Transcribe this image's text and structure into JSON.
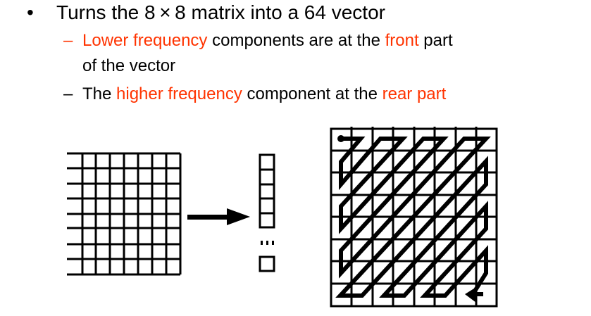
{
  "slide": {
    "bullet": {
      "marker": "•",
      "text_before": "Turns the 8",
      "times": "×",
      "text_after": "8 matrix into a 64 vector"
    },
    "sub_bullets": [
      {
        "marker": "–",
        "parts": [
          {
            "text": "Lower frequency",
            "highlight": true
          },
          {
            "text": " components are at the ",
            "highlight": false
          },
          {
            "text": "front",
            "highlight": true
          },
          {
            "text": " part",
            "highlight": false
          }
        ],
        "continuation": "of the vector"
      },
      {
        "marker": "–",
        "parts": [
          {
            "text": "The ",
            "highlight": false
          },
          {
            "text": "higher frequency",
            "highlight": true
          },
          {
            "text": " component at the ",
            "highlight": false
          },
          {
            "text": "rear part",
            "highlight": true
          }
        ]
      }
    ],
    "colors": {
      "highlight": "#ff3300",
      "text": "#000000"
    },
    "figure": {
      "matrix": {
        "rows": 8,
        "cols": 8
      },
      "vector": {
        "visible_cells": 5,
        "ellipsis": "...",
        "last_cell": 1
      },
      "zigzag_grid": {
        "rows": 8,
        "cols": 8,
        "path": "zigzag-scan"
      }
    }
  }
}
